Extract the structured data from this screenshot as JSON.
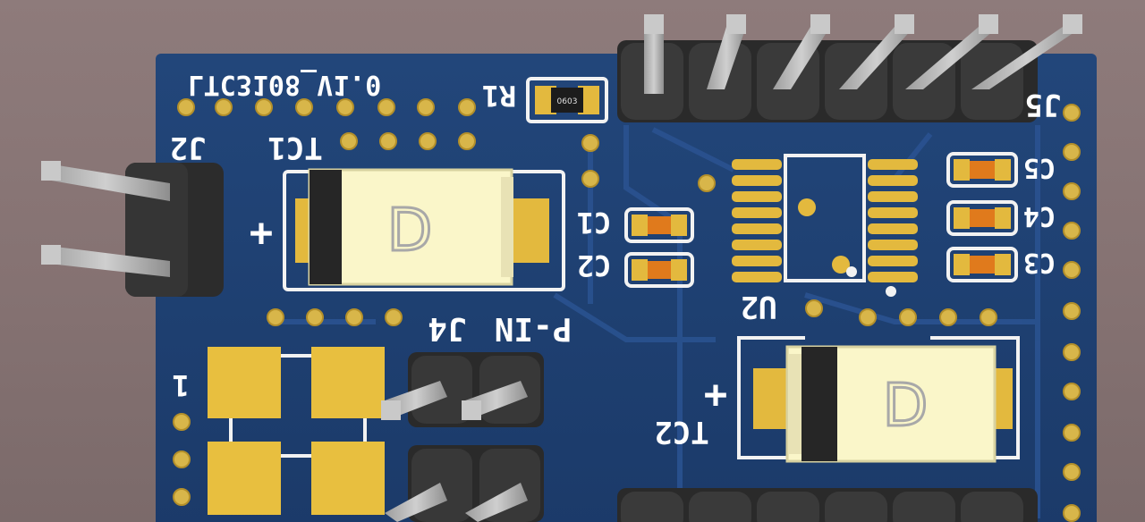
{
  "board": {
    "title": "LTC3108_V1.0",
    "colors": {
      "pcb": "#1e3d6e",
      "pad": "#e3b93e",
      "silkscreen": "#f2f2f2",
      "header": "#2b2b2b",
      "pin": "#a9a9a9"
    }
  },
  "labels": {
    "j2": "J2",
    "tc1": "TC1",
    "r1": "R1",
    "r1_value": "0603",
    "j5": "J5",
    "c1": "C1",
    "c2": "C2",
    "c3": "C3",
    "c4": "C4",
    "c5": "C5",
    "u2": "U2",
    "p_in": "P-IN",
    "j4": "J4",
    "one": "1",
    "tc2": "TC2",
    "plus": "+",
    "diode": "D"
  }
}
